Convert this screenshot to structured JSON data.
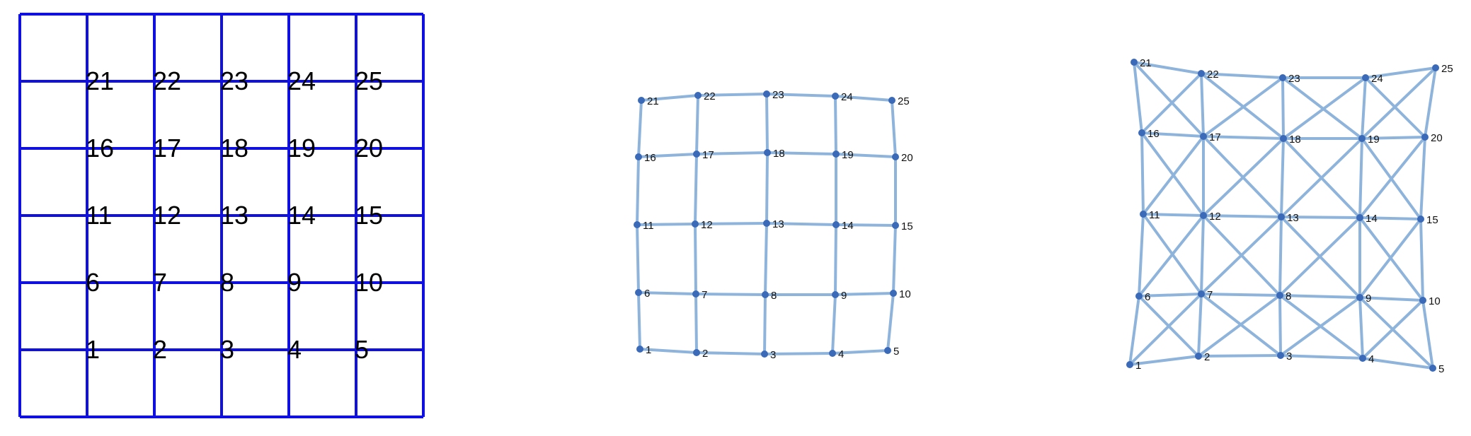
{
  "grid_panel": {
    "cells": [
      {
        "id": "cell-21",
        "label": "21"
      },
      {
        "id": "cell-22",
        "label": "22"
      },
      {
        "id": "cell-23",
        "label": "23"
      },
      {
        "id": "cell-24",
        "label": "24"
      },
      {
        "id": "cell-25",
        "label": "25"
      },
      {
        "id": "cell-16",
        "label": "16"
      },
      {
        "id": "cell-17",
        "label": "17"
      },
      {
        "id": "cell-18",
        "label": "18"
      },
      {
        "id": "cell-19",
        "label": "19"
      },
      {
        "id": "cell-20",
        "label": "20"
      },
      {
        "id": "cell-11",
        "label": "11"
      },
      {
        "id": "cell-12",
        "label": "12"
      },
      {
        "id": "cell-13",
        "label": "13"
      },
      {
        "id": "cell-14",
        "label": "14"
      },
      {
        "id": "cell-15",
        "label": "15"
      },
      {
        "id": "cell-6",
        "label": "6"
      },
      {
        "id": "cell-7",
        "label": "7"
      },
      {
        "id": "cell-8",
        "label": "8"
      },
      {
        "id": "cell-9",
        "label": "9"
      },
      {
        "id": "cell-10",
        "label": "10"
      },
      {
        "id": "cell-1",
        "label": "1"
      },
      {
        "id": "cell-2",
        "label": "2"
      },
      {
        "id": "cell-3",
        "label": "3"
      },
      {
        "id": "cell-4",
        "label": "4"
      },
      {
        "id": "cell-5",
        "label": "5"
      }
    ],
    "line_color": "#1010e0"
  },
  "graph_square": {
    "nodes": [
      "1",
      "2",
      "3",
      "4",
      "5",
      "6",
      "7",
      "8",
      "9",
      "10",
      "11",
      "12",
      "13",
      "14",
      "15",
      "16",
      "17",
      "18",
      "19",
      "20",
      "21",
      "22",
      "23",
      "24",
      "25"
    ],
    "edges": [
      [
        "1",
        "2"
      ],
      [
        "2",
        "3"
      ],
      [
        "3",
        "4"
      ],
      [
        "4",
        "5"
      ],
      [
        "6",
        "7"
      ],
      [
        "7",
        "8"
      ],
      [
        "8",
        "9"
      ],
      [
        "9",
        "10"
      ],
      [
        "11",
        "12"
      ],
      [
        "12",
        "13"
      ],
      [
        "13",
        "14"
      ],
      [
        "14",
        "15"
      ],
      [
        "16",
        "17"
      ],
      [
        "17",
        "18"
      ],
      [
        "18",
        "19"
      ],
      [
        "19",
        "20"
      ],
      [
        "21",
        "22"
      ],
      [
        "22",
        "23"
      ],
      [
        "23",
        "24"
      ],
      [
        "24",
        "25"
      ],
      [
        "1",
        "6"
      ],
      [
        "6",
        "11"
      ],
      [
        "11",
        "16"
      ],
      [
        "16",
        "21"
      ],
      [
        "2",
        "7"
      ],
      [
        "7",
        "12"
      ],
      [
        "12",
        "17"
      ],
      [
        "17",
        "22"
      ],
      [
        "3",
        "8"
      ],
      [
        "8",
        "13"
      ],
      [
        "13",
        "18"
      ],
      [
        "18",
        "23"
      ],
      [
        "4",
        "9"
      ],
      [
        "9",
        "14"
      ],
      [
        "14",
        "19"
      ],
      [
        "19",
        "24"
      ],
      [
        "5",
        "10"
      ],
      [
        "10",
        "15"
      ],
      [
        "15",
        "20"
      ],
      [
        "20",
        "25"
      ]
    ],
    "edge_color": "#8fb4db",
    "node_color": "#3a6ab8"
  },
  "graph_king": {
    "nodes": [
      "1",
      "2",
      "3",
      "4",
      "5",
      "6",
      "7",
      "8",
      "9",
      "10",
      "11",
      "12",
      "13",
      "14",
      "15",
      "16",
      "17",
      "18",
      "19",
      "20",
      "21",
      "22",
      "23",
      "24",
      "25"
    ],
    "edges": [
      [
        "1",
        "2"
      ],
      [
        "2",
        "3"
      ],
      [
        "3",
        "4"
      ],
      [
        "4",
        "5"
      ],
      [
        "6",
        "7"
      ],
      [
        "7",
        "8"
      ],
      [
        "8",
        "9"
      ],
      [
        "9",
        "10"
      ],
      [
        "11",
        "12"
      ],
      [
        "12",
        "13"
      ],
      [
        "13",
        "14"
      ],
      [
        "14",
        "15"
      ],
      [
        "16",
        "17"
      ],
      [
        "17",
        "18"
      ],
      [
        "18",
        "19"
      ],
      [
        "19",
        "20"
      ],
      [
        "21",
        "22"
      ],
      [
        "22",
        "23"
      ],
      [
        "23",
        "24"
      ],
      [
        "24",
        "25"
      ],
      [
        "1",
        "6"
      ],
      [
        "6",
        "11"
      ],
      [
        "11",
        "16"
      ],
      [
        "16",
        "21"
      ],
      [
        "2",
        "7"
      ],
      [
        "7",
        "12"
      ],
      [
        "12",
        "17"
      ],
      [
        "17",
        "22"
      ],
      [
        "3",
        "8"
      ],
      [
        "8",
        "13"
      ],
      [
        "13",
        "18"
      ],
      [
        "18",
        "23"
      ],
      [
        "4",
        "9"
      ],
      [
        "9",
        "14"
      ],
      [
        "14",
        "19"
      ],
      [
        "19",
        "24"
      ],
      [
        "5",
        "10"
      ],
      [
        "10",
        "15"
      ],
      [
        "15",
        "20"
      ],
      [
        "20",
        "25"
      ],
      [
        "1",
        "7"
      ],
      [
        "2",
        "6"
      ],
      [
        "2",
        "8"
      ],
      [
        "3",
        "7"
      ],
      [
        "3",
        "9"
      ],
      [
        "4",
        "8"
      ],
      [
        "4",
        "10"
      ],
      [
        "5",
        "9"
      ],
      [
        "6",
        "12"
      ],
      [
        "7",
        "11"
      ],
      [
        "7",
        "13"
      ],
      [
        "8",
        "12"
      ],
      [
        "8",
        "14"
      ],
      [
        "9",
        "13"
      ],
      [
        "9",
        "15"
      ],
      [
        "10",
        "14"
      ],
      [
        "11",
        "17"
      ],
      [
        "12",
        "16"
      ],
      [
        "12",
        "18"
      ],
      [
        "13",
        "17"
      ],
      [
        "13",
        "19"
      ],
      [
        "14",
        "18"
      ],
      [
        "14",
        "20"
      ],
      [
        "15",
        "19"
      ],
      [
        "16",
        "22"
      ],
      [
        "17",
        "21"
      ],
      [
        "17",
        "23"
      ],
      [
        "18",
        "22"
      ],
      [
        "18",
        "24"
      ],
      [
        "19",
        "23"
      ],
      [
        "19",
        "25"
      ],
      [
        "20",
        "24"
      ]
    ],
    "edge_color": "#8fb4db",
    "node_color": "#3a6ab8"
  }
}
